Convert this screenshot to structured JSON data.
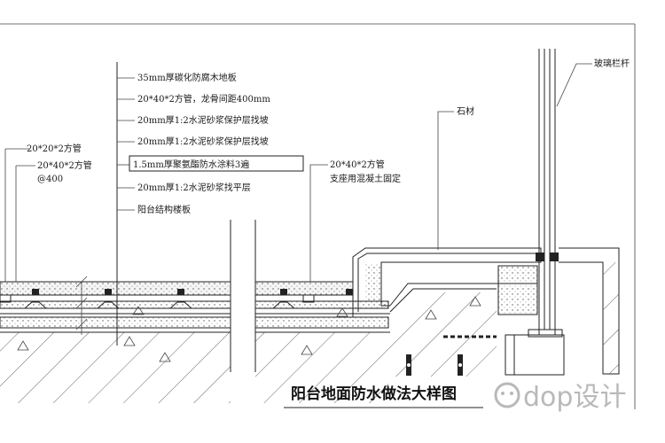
{
  "labels": {
    "l1": "35mm厚碳化防腐木地板",
    "l2": "20*40*2方管，龙骨间距400mm",
    "l3": "20mm厚1:2水泥砂浆保护层找坡",
    "l4": "20mm厚1:2水泥砂浆保护层找坡",
    "l5": "1.5mm厚聚氨酯防水涂料3遍",
    "l6": "20mm厚1:2水泥砂浆找平层",
    "l7": "阳台结构楼板",
    "left1": "20*20*2方管",
    "left2": "20*40*2方管",
    "left3": "@400",
    "mid1": "20*40*2方管",
    "mid2": "支座用混凝土固定",
    "stone": "石材",
    "glass": "玻璃栏杆"
  },
  "title": "阳台地面防水做法大样图",
  "watermark": "dop设计",
  "colors": {
    "line": "#222222",
    "hatch": "#555555",
    "watermark": "#b9b9b9"
  }
}
